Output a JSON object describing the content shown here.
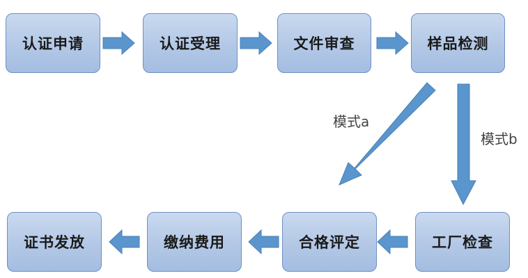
{
  "steps": {
    "apply": "认证申请",
    "accept": "认证受理",
    "review": "文件审查",
    "test": "样品检测",
    "inspect": "工厂检查",
    "evaluate": "合格评定",
    "fee": "缴纳费用",
    "issue": "证书发放"
  },
  "modes": {
    "a": "模式a",
    "b": "模式b"
  },
  "colors": {
    "box_fill": "#b3c8e6",
    "box_border": "#6f8fc4",
    "arrow_fill": "#5a96cd",
    "arrow_border": "#4a7fb4"
  }
}
